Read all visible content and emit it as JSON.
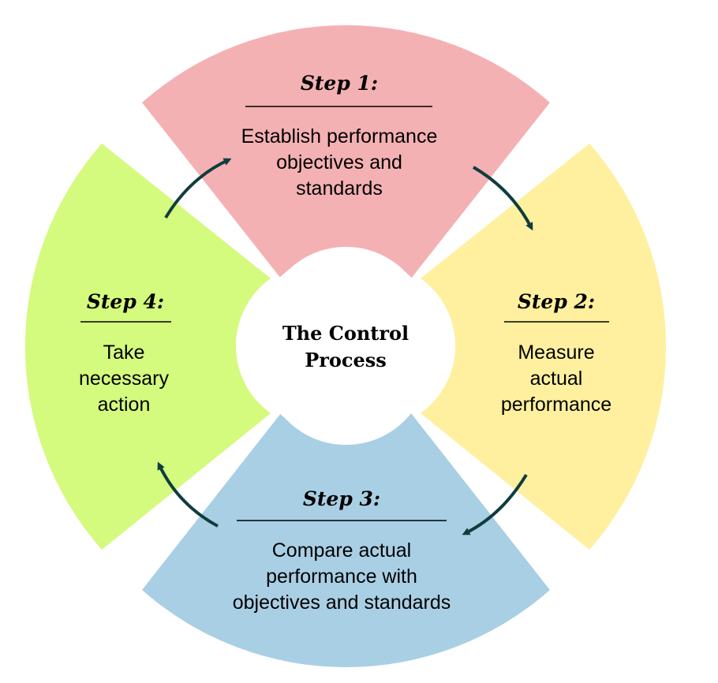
{
  "center": {
    "line1": "The Control",
    "line2": "Process"
  },
  "steps": [
    {
      "label": "Step 1:",
      "lines": [
        "Establish performance",
        "objectives and",
        "standards"
      ],
      "color": "#f4b1b3"
    },
    {
      "label": "Step 2:",
      "lines": [
        "Measure",
        "actual",
        "performance"
      ],
      "color": "#fef09f"
    },
    {
      "label": "Step 3:",
      "lines": [
        "Compare actual",
        "performance with",
        "objectives and standards"
      ],
      "color": "#a9cfe5"
    },
    {
      "label": "Step 4:",
      "lines": [
        "Take",
        "necessary",
        "action"
      ],
      "color": "#d4fa7e"
    }
  ],
  "arrow_color": "#0f3d3e"
}
